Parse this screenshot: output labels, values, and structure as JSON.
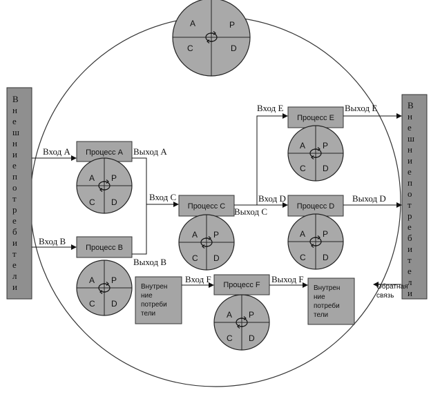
{
  "pdca": {
    "a": "A",
    "p": "P",
    "c": "C",
    "d": "D"
  },
  "external_left": [
    "В",
    "н",
    "е",
    "ш",
    "н",
    "и",
    "е",
    "п",
    "о",
    "т",
    "р",
    "е",
    "б",
    "и",
    "т",
    "е",
    "л",
    "и"
  ],
  "external_right": [
    "В",
    "н",
    "е",
    "ш",
    "н",
    "и",
    "е",
    "п",
    "о",
    "т",
    "р",
    "е",
    "б",
    "и",
    "т",
    "е",
    "л",
    "и"
  ],
  "processes": {
    "a": "Процесс А",
    "b": "Процесс В",
    "c": "Процесс С",
    "d": "Процесс D",
    "e": "Процесс Е",
    "f": "Процесс F"
  },
  "flows": {
    "in_a": "Вход А",
    "out_a": "Выход А",
    "in_b": "Вход В",
    "out_b": "Выход В",
    "in_c": "Вход С",
    "out_c": "Выход С",
    "in_d": "Вход D",
    "out_d": "Выход D",
    "in_e": "Вход Е",
    "out_e": "Выход Е",
    "in_f": "Вход F",
    "out_f": "Выход F"
  },
  "internal_left": [
    "Внутрен",
    "ние",
    "потреби",
    "тели"
  ],
  "internal_right": [
    "Внутрен",
    "ние",
    "потреби",
    "тели"
  ],
  "feedback": [
    "Обратная",
    "связь"
  ]
}
